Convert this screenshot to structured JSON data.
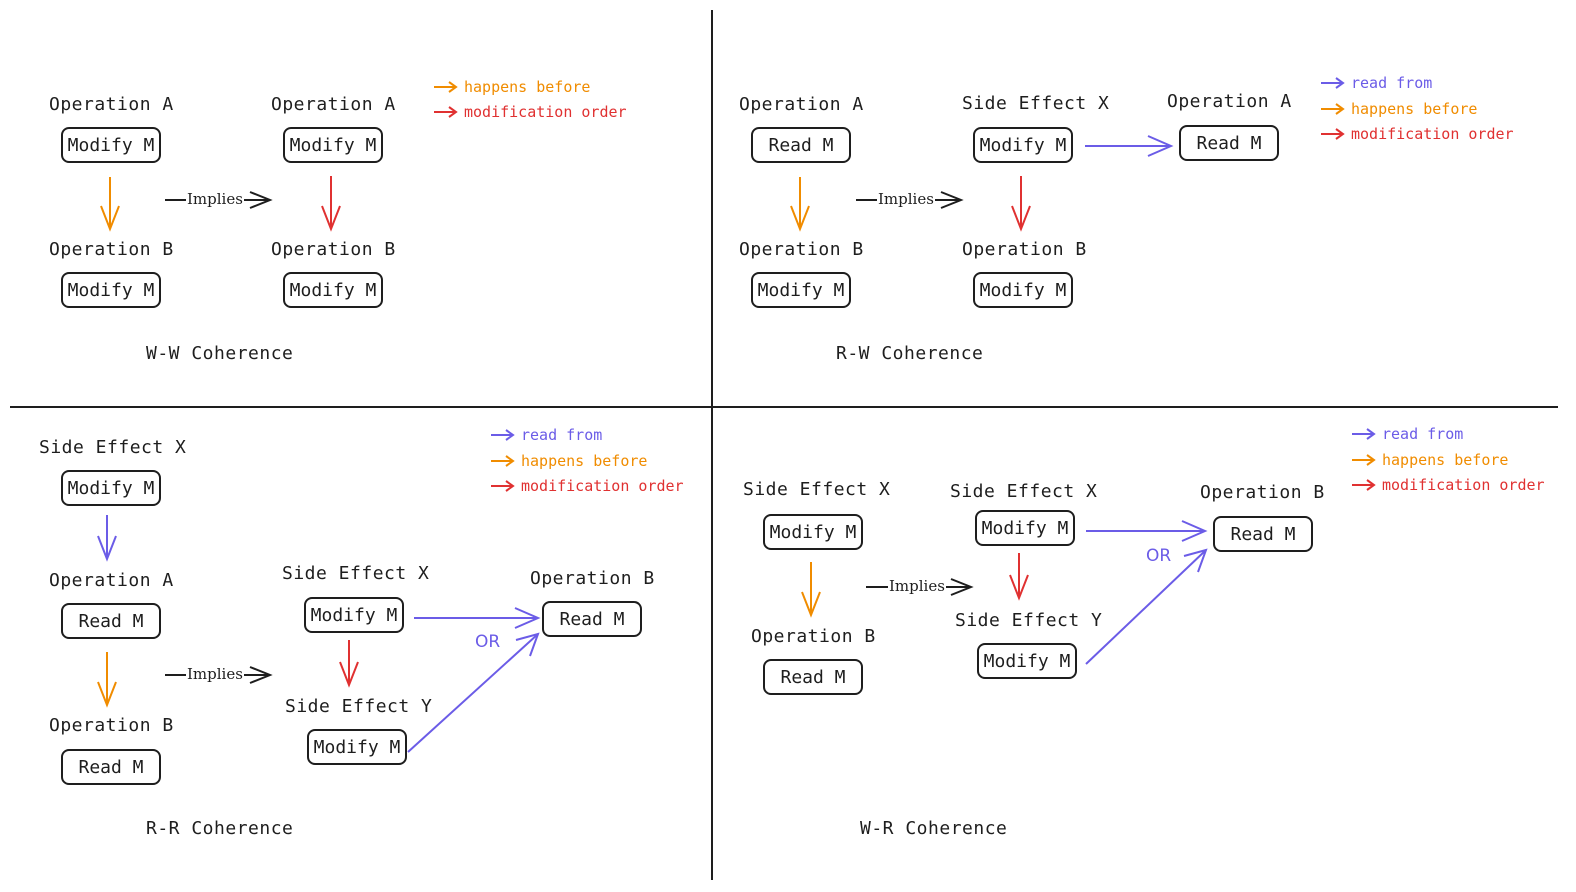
{
  "colors": {
    "read_from": "#6b5ce7",
    "happens_before": "#f08c00",
    "modification_order": "#e03131",
    "ink": "#1e1e1e"
  },
  "legend": {
    "read_from": "read from",
    "happens_before": "happens before",
    "modification_order": "modification order"
  },
  "implies": "Implies",
  "or": "OR",
  "ww": {
    "caption": "W-W Coherence",
    "left_a_label": "Operation A",
    "left_a_box": "Modify M",
    "left_b_label": "Operation B",
    "left_b_box": "Modify M",
    "right_a_label": "Operation A",
    "right_a_box": "Modify M",
    "right_b_label": "Operation B",
    "right_b_box": "Modify M"
  },
  "rw": {
    "caption": "R-W Coherence",
    "left_a_label": "Operation A",
    "left_a_box": "Read M",
    "left_b_label": "Operation B",
    "left_b_box": "Modify M",
    "x_label": "Side Effect X",
    "x_box": "Modify M",
    "b_label": "Operation B",
    "b_box": "Modify M",
    "a2_label": "Operation A",
    "a2_box": "Read M"
  },
  "rr": {
    "caption": "R-R Coherence",
    "x_label": "Side Effect X",
    "x_box": "Modify M",
    "a_label": "Operation A",
    "a_box": "Read M",
    "b_label": "Operation B",
    "b_box": "Read M",
    "rx_label": "Side Effect X",
    "rx_box": "Modify M",
    "ry_label": "Side Effect Y",
    "ry_box": "Modify M",
    "rb_label": "Operation B",
    "rb_box": "Read M"
  },
  "wr": {
    "caption": "W-R Coherence",
    "x_label": "Side Effect X",
    "x_box": "Modify M",
    "b_label": "Operation B",
    "b_box": "Read M",
    "rx_label": "Side Effect X",
    "rx_box": "Modify M",
    "ry_label": "Side Effect Y",
    "ry_box": "Modify M",
    "rb_label": "Operation B",
    "rb_box": "Read M"
  }
}
